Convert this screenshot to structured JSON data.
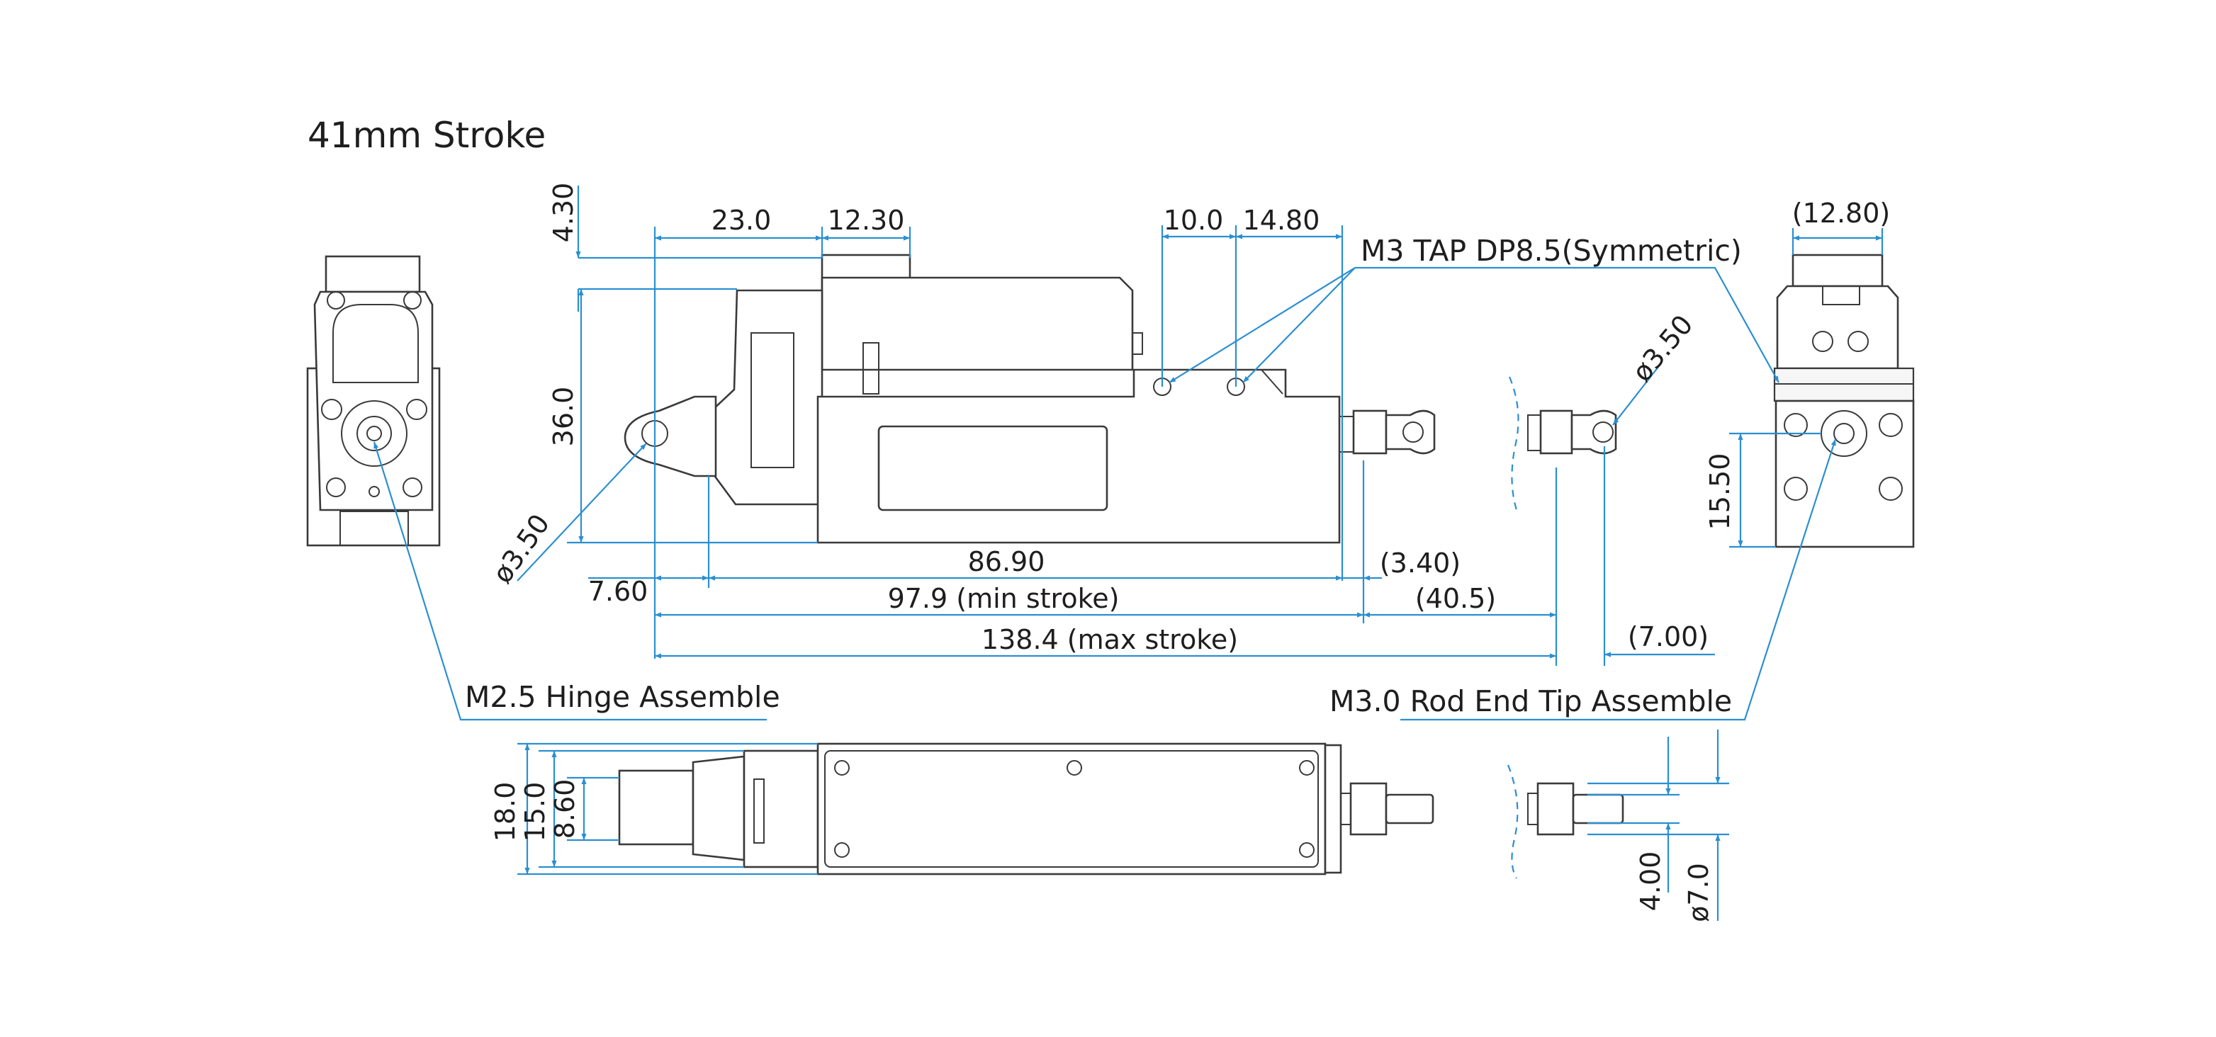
{
  "title": "41mm Stroke",
  "callouts": {
    "m3_tap": "M3 TAP DP8.5(Symmetric)",
    "hinge": "M2.5 Hinge Assemble",
    "rod_end": "M3.0 Rod End Tip Assemble"
  },
  "dims": {
    "d4_30": "4.30",
    "d23_0": "23.0",
    "d12_30": "12.30",
    "d10_0": "10.0",
    "d14_80": "14.80",
    "d36_0": "36.0",
    "phi3_50_left": "ø3.50",
    "d7_60": "7.60",
    "d86_90": "86.90",
    "d3_40": "(3.40)",
    "d97_9": "97.9 (min stroke)",
    "d40_5": "(40.5)",
    "d138_4": "138.4 (max stroke)",
    "d7_00": "(7.00)",
    "phi3_50_right": "ø3.50",
    "d12_80": "(12.80)",
    "d15_50": "15.50",
    "d18_0": "18.0",
    "d15_0": "15.0",
    "d8_60": "8.60",
    "d4_00": "4.00",
    "phi7_0": "ø7.0"
  },
  "colors": {
    "dimension_line": "#2b8fd0",
    "part_outline": "#3a3a3a",
    "text": "#1e1e1e",
    "background": "#ffffff"
  }
}
